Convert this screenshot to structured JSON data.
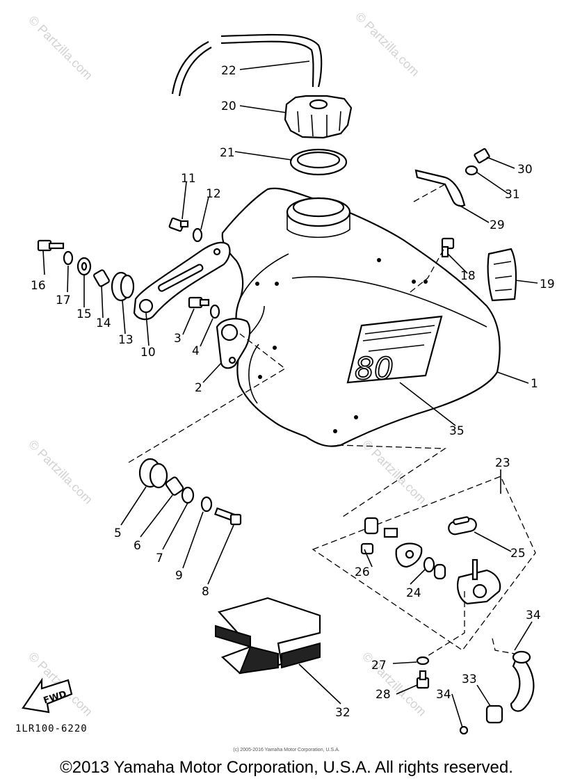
{
  "diagram": {
    "callouts": [
      "1",
      "2",
      "3",
      "4",
      "5",
      "6",
      "7",
      "8",
      "9",
      "10",
      "11",
      "12",
      "13",
      "14",
      "15",
      "16",
      "17",
      "18",
      "19",
      "20",
      "21",
      "22",
      "23",
      "24",
      "25",
      "26",
      "27",
      "28",
      "29",
      "30",
      "31",
      "32",
      "33",
      "34",
      "34",
      "35"
    ],
    "fwd_label": "FWD",
    "diagram_code": "1LR100-6220",
    "watermark_text": "© Partzilla.com"
  },
  "footer": {
    "small_credit": "(c) 2005-2016 Yamaha Motor Corporation, U.S.A.",
    "copyright": "©2013 Yamaha Motor Corporation, U.S.A. All rights reserved."
  }
}
